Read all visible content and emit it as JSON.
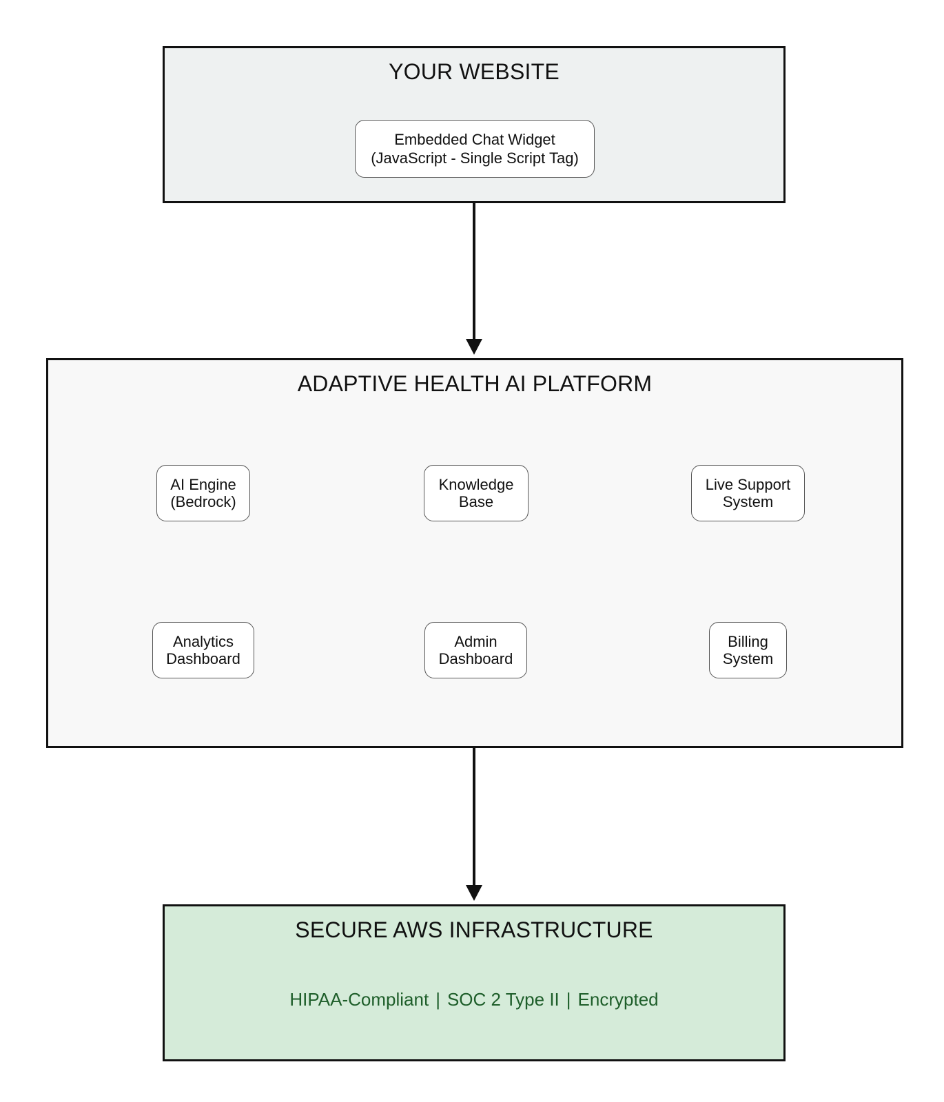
{
  "website": {
    "title": "YOUR WEBSITE",
    "widget": {
      "line1": "Embedded Chat Widget",
      "line2": "(JavaScript - Single Script Tag)"
    }
  },
  "platform": {
    "title": "ADAPTIVE HEALTH AI PLATFORM",
    "components": [
      {
        "line1": "AI Engine",
        "line2": "(Bedrock)"
      },
      {
        "line1": "Knowledge",
        "line2": "Base"
      },
      {
        "line1": "Live Support",
        "line2": "System"
      },
      {
        "line1": "Analytics",
        "line2": "Dashboard"
      },
      {
        "line1": "Admin",
        "line2": "Dashboard"
      },
      {
        "line1": "Billing",
        "line2": "System"
      }
    ]
  },
  "aws": {
    "title": "SECURE AWS INFRASTRUCTURE",
    "features": [
      "HIPAA-Compliant",
      "SOC 2 Type II",
      "Encrypted"
    ],
    "separator": "|"
  },
  "colors": {
    "website_fill": "#eef1f1",
    "platform_fill": "#f8f8f8",
    "aws_fill": "#d5ebd9",
    "aws_text": "#1e5e2a",
    "border": "#111111"
  }
}
